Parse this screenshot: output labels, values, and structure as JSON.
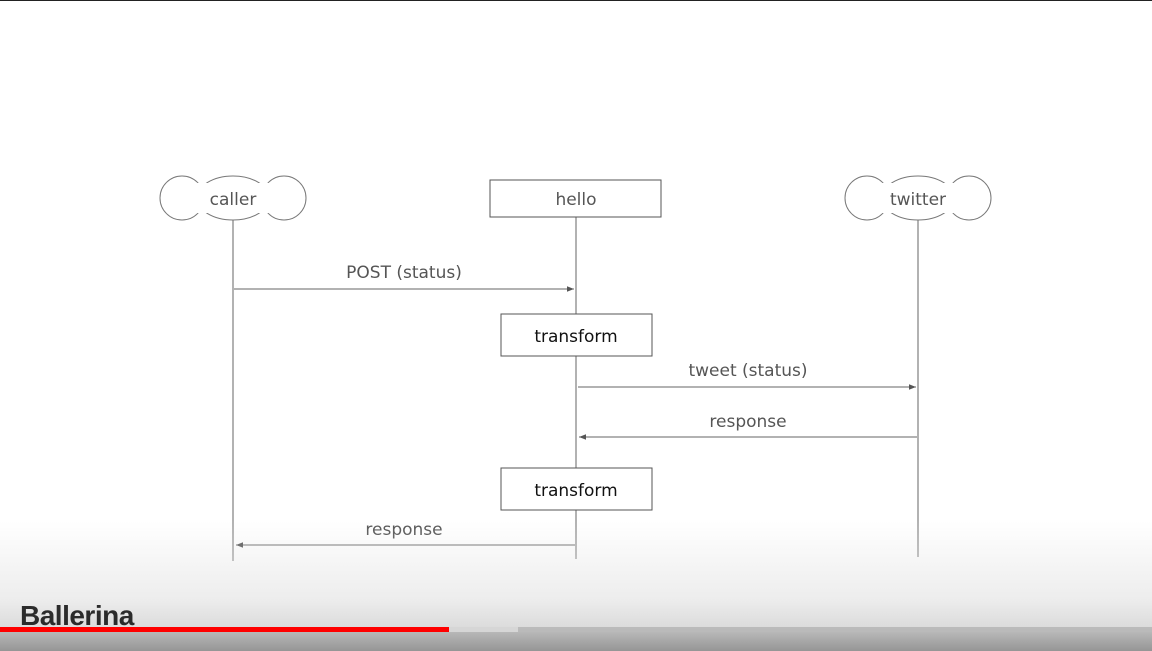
{
  "diagram": {
    "participants": {
      "caller": "caller",
      "hello": "hello",
      "twitter": "twitter"
    },
    "messages": {
      "post_status": "POST (status)",
      "tweet_status": "tweet (status)",
      "twitter_response": "response",
      "caller_response": "response"
    },
    "activities": {
      "transform_1": "transform",
      "transform_2": "transform"
    }
  },
  "player": {
    "logo": "Ballerina",
    "progress_played_fraction": 0.39,
    "progress_buffered_fraction": 0.45,
    "played_color": "#ff0000"
  }
}
